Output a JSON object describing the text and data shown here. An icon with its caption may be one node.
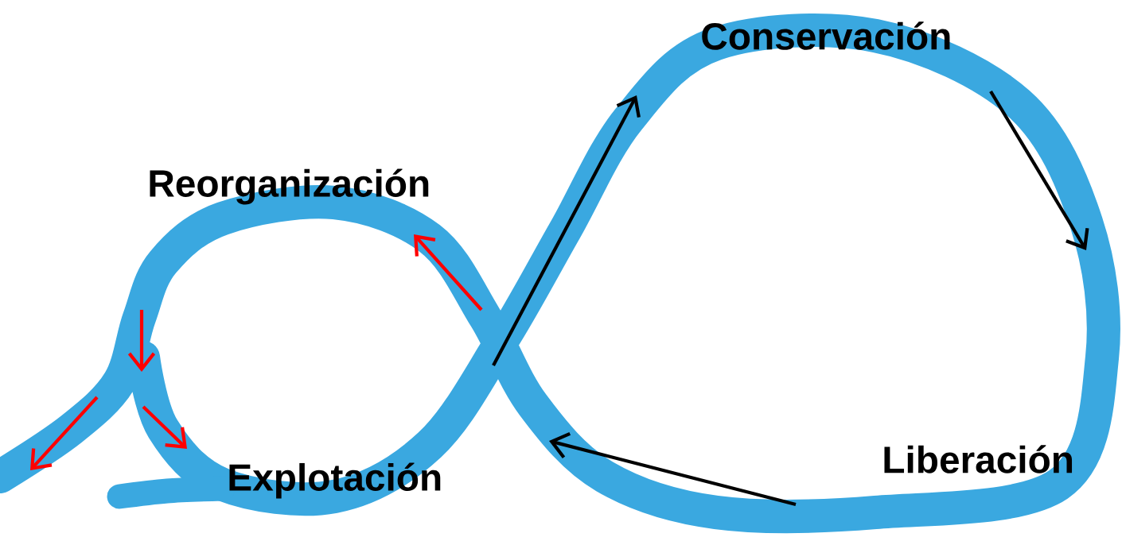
{
  "diagram": {
    "labels": [
      "Conservación",
      "Reorganización",
      "Liberación",
      "Explotación"
    ]
  }
}
